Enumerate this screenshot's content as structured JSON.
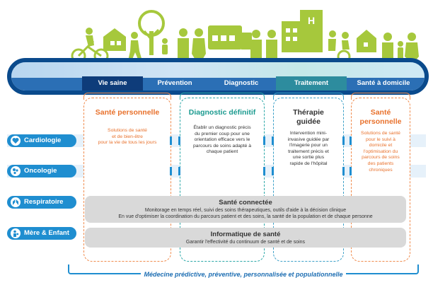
{
  "stages": [
    {
      "label": "Vie saine",
      "active": true
    },
    {
      "label": "Prévention",
      "active": false
    },
    {
      "label": "Diagnostic",
      "active": false
    },
    {
      "label": "Traitement",
      "active": false
    },
    {
      "label": "Santé à domicile",
      "active": false
    }
  ],
  "columns": [
    {
      "title": "Santé personnelle",
      "description": "Solutions de santé\net de bien-être\npour la vie de tous les jours",
      "color": "#e8712c"
    },
    {
      "title": "Diagnostic définitif",
      "description": "Établir un diagnostic précis\ndu premier coup pour une\norientation efficace vers le\nparcours de soins adapté à\nchaque patient",
      "color": "#1a9a8f"
    },
    {
      "title": "Thérapie\nguidée",
      "description": "Intervention mini-\ninvasive guidée par\nl'imagerie pour un\ntraitement précis et\nune sortie plus\nrapide de l'hôpital",
      "color": "#333333"
    },
    {
      "title": "Santé\npersonnelle",
      "description": "Solutions de santé\npour le suivi à\ndomicile et\nl'optimisation du\nparcours de soins\ndes patients\nchroniques",
      "color": "#e8712c"
    }
  ],
  "rows": [
    {
      "label": "Cardiologie",
      "icon": "heart-icon"
    },
    {
      "label": "Oncologie",
      "icon": "cells-icon"
    },
    {
      "label": "Respiratoire",
      "icon": "lungs-icon"
    },
    {
      "label": "Mère & Enfant",
      "icon": "mother-child-icon"
    }
  ],
  "connected_health": {
    "title": "Santé connectée",
    "line1": "Monitorage en temps réel, suivi des soins thérapeutiques, outils d'aide à la décision clinique",
    "line2": "En vue d'optimiser la coordination du parcours patient et des soins, la santé de la population et de chaque personne"
  },
  "health_it": {
    "title": "Informatique de santé",
    "line1": "Garantir l'effectivité du continuum de santé et de soins"
  },
  "footer": "Médecine prédictive, préventive, personnalisée et populationnelle",
  "colors": {
    "band_dark": "#0a4a8c",
    "band_mid": "#2b6fb5",
    "green_illustration": "#a6c83c",
    "orange": "#f08a4b",
    "teal": "#2aa7a7",
    "blue": "#1f8ed0"
  }
}
